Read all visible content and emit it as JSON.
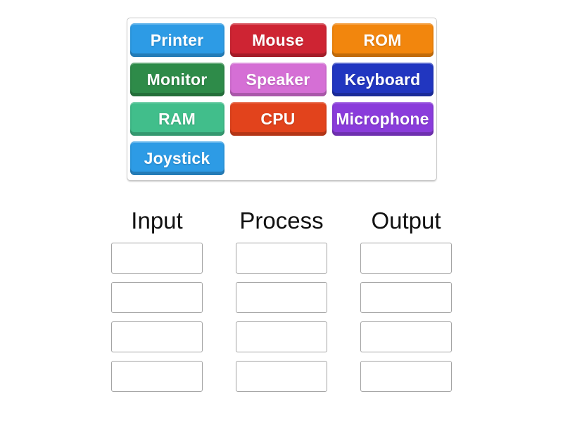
{
  "activity": {
    "type_label": "group-sort",
    "colors": {
      "pool_border": "#c9c9c9",
      "slot_border": "#a3a3a3",
      "heading_text": "#111111",
      "tile_text": "#ffffff",
      "background": "#ffffff"
    }
  },
  "pool": {
    "tiles": [
      {
        "label": "Printer",
        "color": "#2D9BE5"
      },
      {
        "label": "Mouse",
        "color": "#CE2433"
      },
      {
        "label": "ROM",
        "color": "#F2860D"
      },
      {
        "label": "Monitor",
        "color": "#2E8B49"
      },
      {
        "label": "Speaker",
        "color": "#D56FD5"
      },
      {
        "label": "Keyboard",
        "color": "#2136C0"
      },
      {
        "label": "RAM",
        "color": "#41BE8B"
      },
      {
        "label": "CPU",
        "color": "#E2431C"
      },
      {
        "label": "Microphone",
        "color": "#8A3CDB"
      },
      {
        "label": "Joystick",
        "color": "#2D9BE5"
      }
    ]
  },
  "groups": [
    {
      "label": "Input",
      "slots": 4
    },
    {
      "label": "Process",
      "slots": 4
    },
    {
      "label": "Output",
      "slots": 4
    }
  ]
}
